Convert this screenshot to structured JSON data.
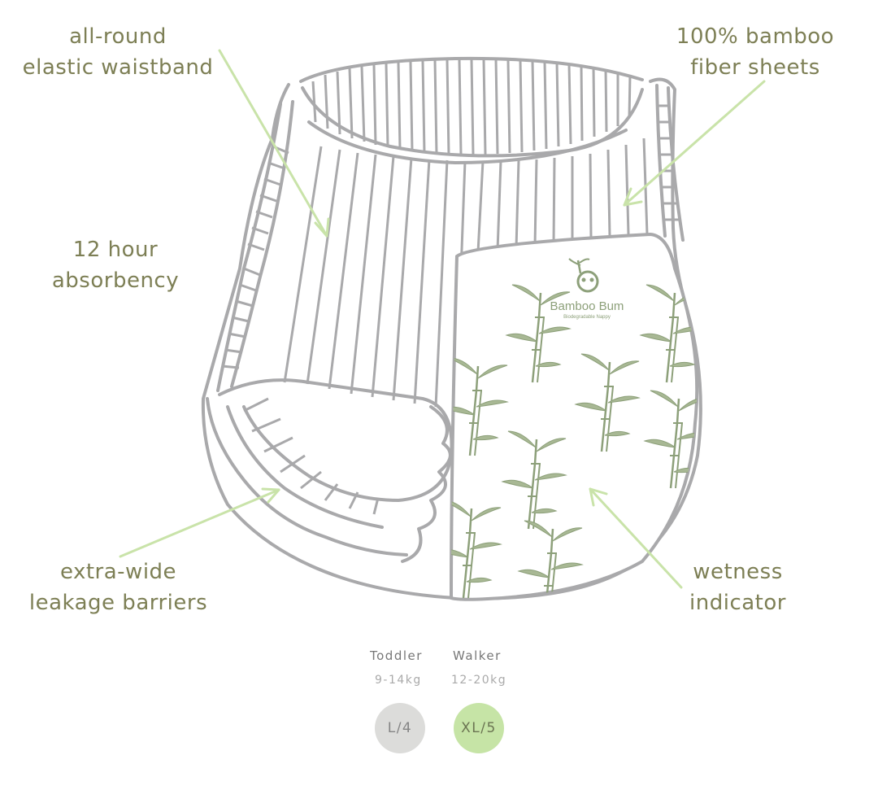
{
  "annotations": {
    "waistband": [
      "all-round",
      "elastic waistband"
    ],
    "bamboo": [
      "100% bamboo",
      "fiber sheets"
    ],
    "absorbency": [
      "12 hour",
      "absorbency"
    ],
    "barriers": [
      "extra-wide",
      "leakage barriers"
    ],
    "wetness": [
      "wetness",
      "indicator"
    ]
  },
  "brand": {
    "name": "Bamboo Bum",
    "tagline": "Biodegradable Nappy"
  },
  "sizes": [
    {
      "name": "Toddler",
      "range": "9-14kg",
      "code": "L/4",
      "selected": false
    },
    {
      "name": "Walker",
      "range": "12-20kg",
      "code": "XL/5",
      "selected": true
    }
  ],
  "colors": {
    "annotation_text": "#7d7f55",
    "arrow": "#c9e3a9",
    "outline": "#a9a9ab",
    "bamboo_print": "#8da07a",
    "selected_size": "#c6e4a6",
    "unselected_size": "#dcdcda"
  }
}
